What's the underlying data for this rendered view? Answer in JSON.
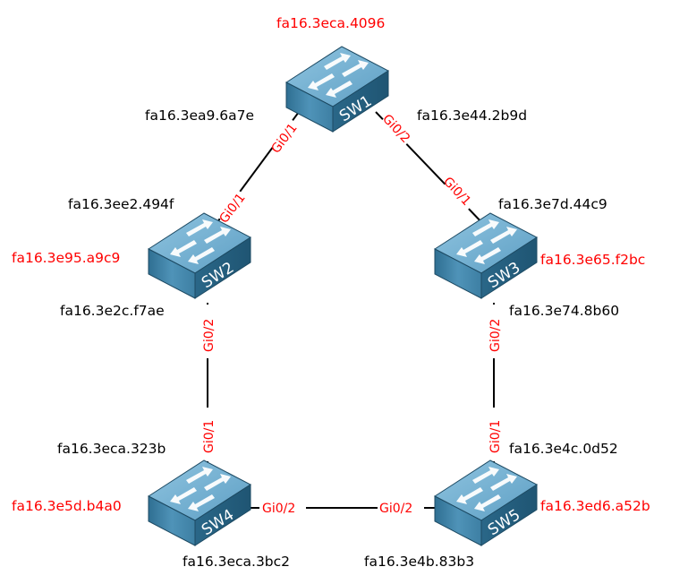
{
  "diagram": {
    "switches": [
      {
        "id": "SW1",
        "label": "SW1",
        "bridge_mac": "fa16.3eca.4096"
      },
      {
        "id": "SW2",
        "label": "SW2",
        "bridge_mac": "fa16.3e95.a9c9"
      },
      {
        "id": "SW3",
        "label": "SW3",
        "bridge_mac": "fa16.3e65.f2bc"
      },
      {
        "id": "SW4",
        "label": "SW4",
        "bridge_mac": "fa16.3e5d.b4a0"
      },
      {
        "id": "SW5",
        "label": "SW5",
        "bridge_mac": "fa16.3ed6.a52b"
      }
    ],
    "links": [
      {
        "a": "SW1",
        "a_port": "Gi0/1",
        "a_mac": "fa16.3ea9.6a7e",
        "b": "SW2",
        "b_port": "Gi0/1",
        "b_mac": "fa16.3ee2.494f"
      },
      {
        "a": "SW1",
        "a_port": "Gi0/2",
        "a_mac": "fa16.3e44.2b9d",
        "b": "SW3",
        "b_port": "Gi0/1",
        "b_mac": "fa16.3e7d.44c9"
      },
      {
        "a": "SW2",
        "a_port": "Gi0/2",
        "a_mac": "fa16.3e2c.f7ae",
        "b": "SW4",
        "b_port": "Gi0/1",
        "b_mac": "fa16.3eca.323b"
      },
      {
        "a": "SW3",
        "a_port": "Gi0/2",
        "a_mac": "fa16.3e74.8b60",
        "b": "SW5",
        "b_port": "Gi0/1",
        "b_mac": "fa16.3e4c.0d52"
      },
      {
        "a": "SW4",
        "a_port": "Gi0/2",
        "a_mac": "fa16.3eca.3bc2",
        "b": "SW5",
        "b_port": "Gi0/2",
        "b_mac": "fa16.3e4b.83b3"
      }
    ],
    "colors": {
      "bridge_mac": "#ff0000",
      "port_label": "#ff0000",
      "port_mac": "#000000",
      "switch_top": "#7fb7d6",
      "switch_front": "#3a7fa3",
      "switch_side": "#24607f"
    }
  }
}
